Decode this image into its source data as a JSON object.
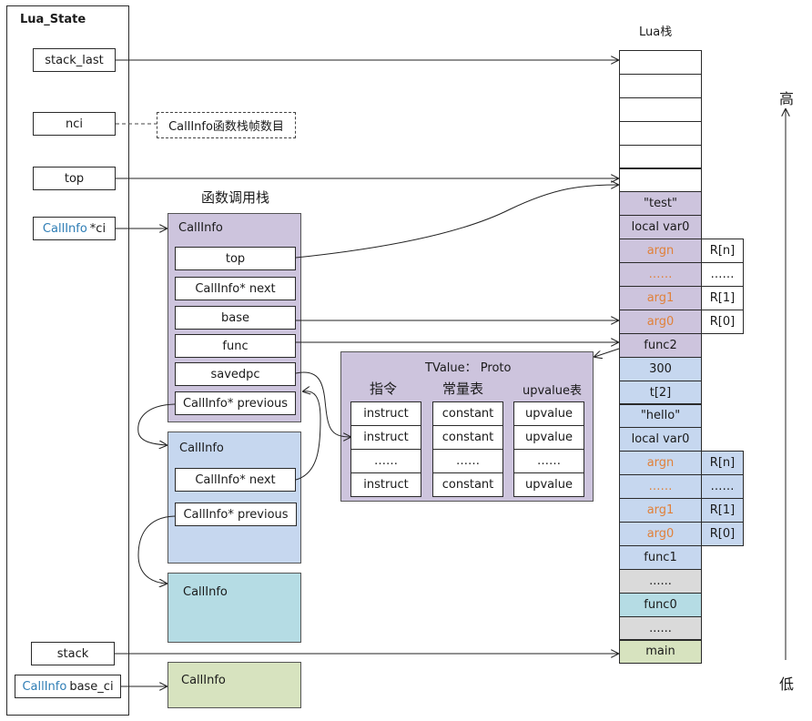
{
  "lua_state": {
    "title": "Lua_State",
    "fields": {
      "stack_last": "stack_last",
      "nci": "nci",
      "top": "top",
      "ci_type": "CallInfo",
      "ci_name": "*ci",
      "stack": "stack",
      "base_ci_type": "CallInfo",
      "base_ci_name": "base_ci"
    },
    "nci_note": "CallInfo函数栈帧数目"
  },
  "callinfo_stack": {
    "title": "函数调用栈",
    "frames": [
      {
        "label": "CallInfo",
        "color": "#cdc4dd",
        "fields": [
          "top",
          "CallInfo* next",
          "base",
          "func",
          "savedpc",
          "CallInfo* previous"
        ]
      },
      {
        "label": "CallInfo",
        "color": "#c6d7ef",
        "fields": [
          "CallInfo* next",
          "CallInfo* previous"
        ]
      },
      {
        "label": "CallInfo",
        "color": "#b5dce4",
        "fields": []
      },
      {
        "label": "CallInfo",
        "color": "#d7e3bf",
        "fields": []
      }
    ]
  },
  "proto": {
    "title": "TValue： Proto",
    "columns": [
      {
        "header": "指令",
        "cells": [
          "instruct",
          "instruct",
          "……",
          "instruct"
        ]
      },
      {
        "header": "常量表",
        "cells": [
          "constant",
          "constant",
          "……",
          "constant"
        ]
      },
      {
        "header": "upvalue表",
        "cells": [
          "upvalue",
          "upvalue",
          "……",
          "upvalue"
        ]
      }
    ]
  },
  "lua_stack": {
    "title": "Lua栈",
    "high_label": "高",
    "low_label": "低",
    "slots": [
      {
        "text": "",
        "kind": "empty"
      },
      {
        "text": "",
        "kind": "empty"
      },
      {
        "text": "",
        "kind": "empty"
      },
      {
        "text": "",
        "kind": "empty"
      },
      {
        "text": "",
        "kind": "empty"
      },
      {
        "text": "",
        "kind": "empty"
      },
      {
        "text": "\"test\"",
        "kind": "purple"
      },
      {
        "text": "local var0",
        "kind": "purple"
      },
      {
        "text": "argn",
        "kind": "purple",
        "arg": true,
        "reg": "R[n]"
      },
      {
        "text": "……",
        "kind": "purple",
        "arg": true,
        "reg": "……"
      },
      {
        "text": "arg1",
        "kind": "purple",
        "arg": true,
        "reg": "R[1]"
      },
      {
        "text": "arg0",
        "kind": "purple",
        "arg": true,
        "reg": "R[0]"
      },
      {
        "text": "func2",
        "kind": "purple"
      },
      {
        "text": "300",
        "kind": "lblue"
      },
      {
        "text": "t[2]",
        "kind": "lblue"
      },
      {
        "text": "\"hello\"",
        "kind": "lblue"
      },
      {
        "text": "local var0",
        "kind": "lblue"
      },
      {
        "text": "argn",
        "kind": "lblue",
        "arg": true,
        "reg": "R[n]"
      },
      {
        "text": "……",
        "kind": "lblue",
        "arg": true,
        "reg": "……"
      },
      {
        "text": "arg1",
        "kind": "lblue",
        "arg": true,
        "reg": "R[1]"
      },
      {
        "text": "arg0",
        "kind": "lblue",
        "arg": true,
        "reg": "R[0]"
      },
      {
        "text": "func1",
        "kind": "lblue"
      },
      {
        "text": "......",
        "kind": "grey"
      },
      {
        "text": "func0",
        "kind": "cyan"
      },
      {
        "text": "......",
        "kind": "grey"
      },
      {
        "text": "main",
        "kind": "green"
      }
    ]
  }
}
